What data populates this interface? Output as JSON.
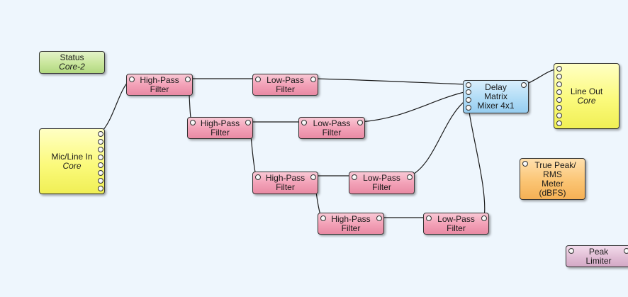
{
  "blocks": {
    "status": {
      "line1": "Status",
      "line2": "Core-2"
    },
    "mic_line_in": {
      "line1": "Mic/Line In",
      "line2": "Core"
    },
    "hpf_1": {
      "line1": "High-Pass",
      "line2": "Filter"
    },
    "lpf_1": {
      "line1": "Low-Pass",
      "line2": "Filter"
    },
    "hpf_2": {
      "line1": "High-Pass",
      "line2": "Filter"
    },
    "lpf_2": {
      "line1": "Low-Pass",
      "line2": "Filter"
    },
    "hpf_3": {
      "line1": "High-Pass",
      "line2": "Filter"
    },
    "lpf_3": {
      "line1": "Low-Pass",
      "line2": "Filter"
    },
    "hpf_4": {
      "line1": "High-Pass",
      "line2": "Filter"
    },
    "lpf_4": {
      "line1": "Low-Pass",
      "line2": "Filter"
    },
    "delay_matrix": {
      "line1": "Delay",
      "line2": "Matrix",
      "line3": "Mixer 4x1"
    },
    "line_out": {
      "line1": "Line Out",
      "line2": "Core"
    },
    "true_peak_meter": {
      "line1": "True Peak/",
      "line2": "RMS",
      "line3": "Meter",
      "line4": "(dBFS)"
    },
    "peak_limiter": {
      "line1": "Peak",
      "line2": "Limiter"
    }
  },
  "colors": {
    "canvas": "#eef6fd",
    "filter": "#f3a2b8",
    "status": "#c9e69c",
    "io": "#fbfa7c",
    "mixer": "#b1dcf6",
    "meter": "#fbc574",
    "limiter": "#e1bdd5",
    "wire": "#1a1a1a"
  }
}
